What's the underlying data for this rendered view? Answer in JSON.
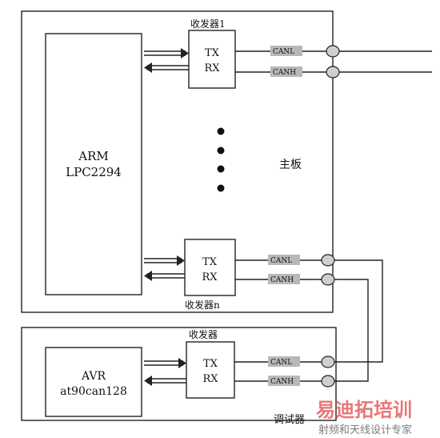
{
  "mainboard": {
    "label": "主板",
    "arm_name": "ARM",
    "arm_model": "LPC2294",
    "transceiver_top_label": "收发器1",
    "transceiver_bottom_label": "收发器n"
  },
  "debugger": {
    "label": "调试器",
    "avr_name": "AVR",
    "avr_model": "at90can128",
    "transceiver_label": "收发器"
  },
  "transceiver": {
    "tx": "TX",
    "rx": "RX"
  },
  "signals": {
    "canl": "CANL",
    "canh": "CANH"
  },
  "watermark": {
    "brand": "易迪拓培训",
    "tagline": "射频和天线设计专家",
    "colors": {
      "brand": "#e24a4a"
    }
  }
}
